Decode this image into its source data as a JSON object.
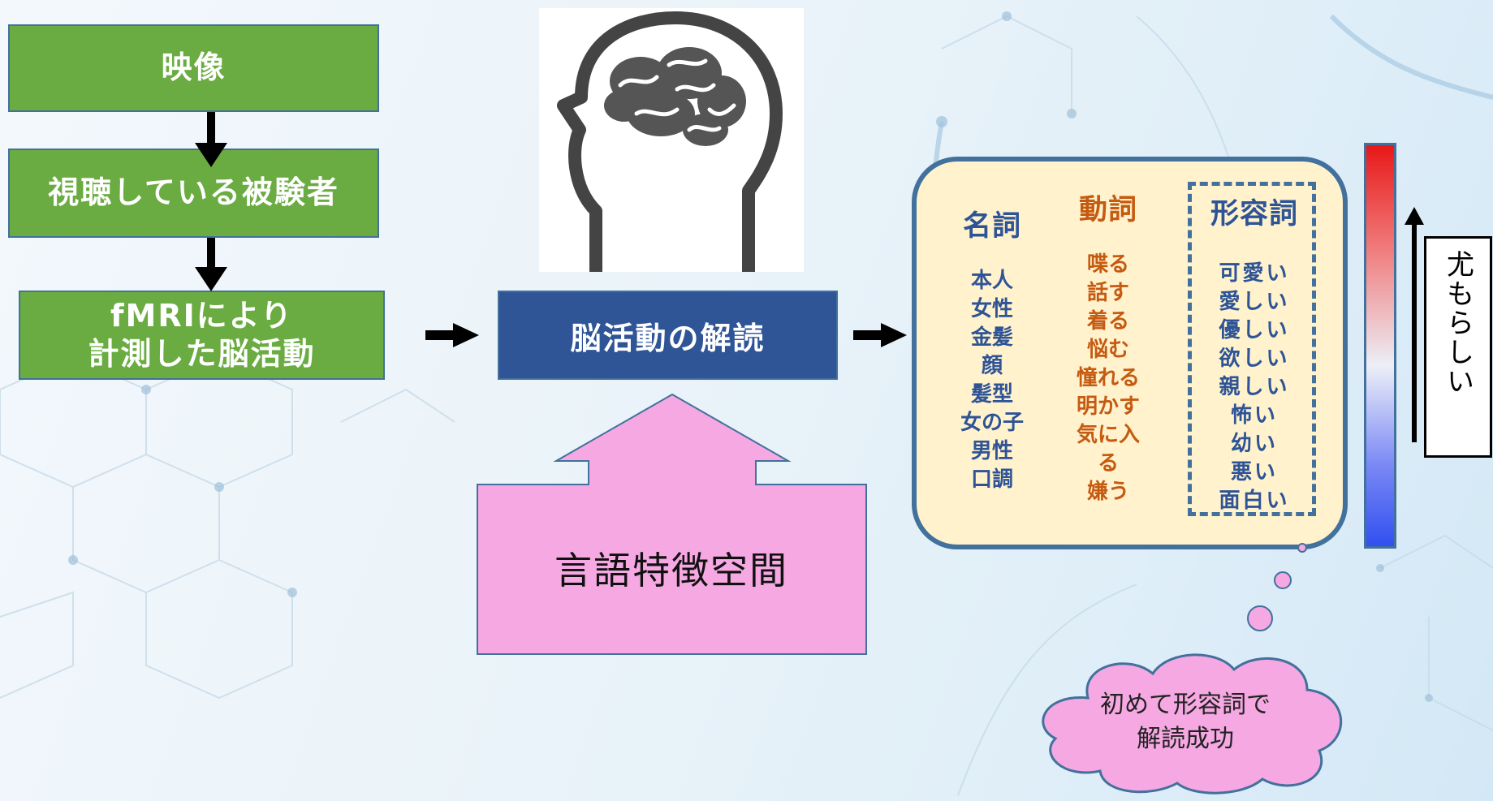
{
  "input_flow": {
    "video": "映像",
    "subject": "視聴している被験者",
    "fmri_line1": "fMRIにより",
    "fmri_line2": "計測した脳活動"
  },
  "decode_label": "脳活動の解読",
  "feature_space": "言語特徴空間",
  "results": {
    "nouns": {
      "heading": "名詞",
      "items": [
        "本人",
        "女性",
        "金髪",
        "顔",
        "髪型",
        "女の子",
        "男性",
        "口調"
      ]
    },
    "verbs": {
      "heading": "動詞",
      "items": [
        "喋る",
        "話す",
        "着る",
        "悩む",
        "憧れる",
        "明かす",
        "気に入",
        "る",
        "嫌う"
      ]
    },
    "adjectives": {
      "heading": "形容詞",
      "items": [
        "可愛い",
        "愛しい",
        "優しい",
        "欲しい",
        "親しい",
        "怖い",
        "幼い",
        "悪い",
        "面白い"
      ]
    }
  },
  "scale_label": "尤もらしい",
  "callout": {
    "line1": "初めて形容詞で",
    "line2": "解読成功"
  },
  "colors": {
    "green_box": "#6aac41",
    "decode_box": "#2f5597",
    "pink_arrow": "#f5a8e2",
    "card_fill": "#fff2cc",
    "border_blue": "#41719c",
    "noun_text": "#2e5496",
    "verb_text": "#c55a11"
  }
}
